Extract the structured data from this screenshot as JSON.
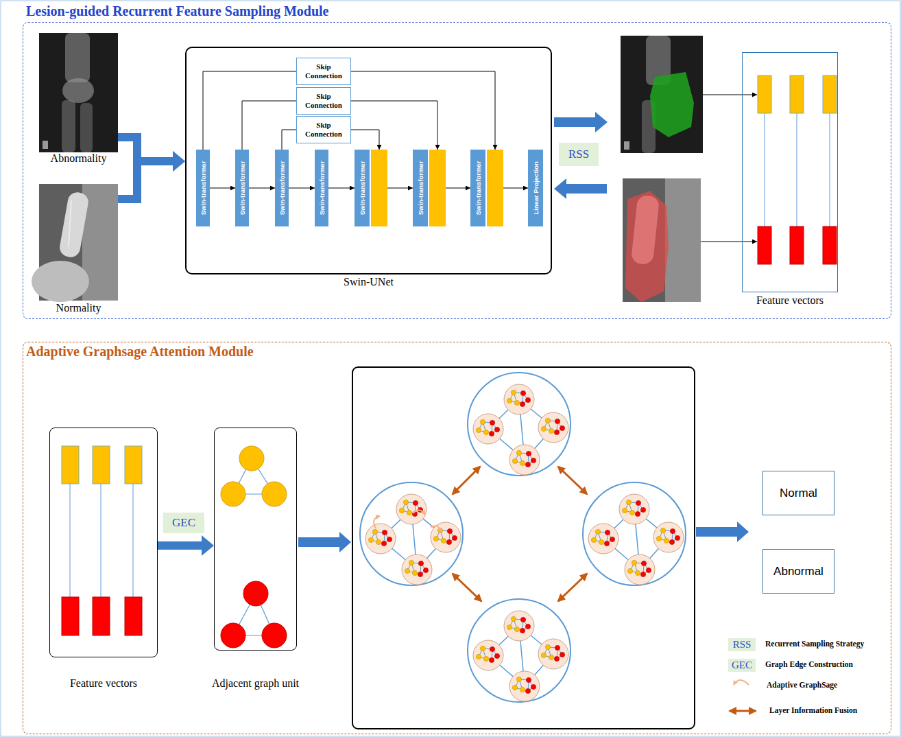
{
  "diagram": {
    "nodes": [
      {
        "text": [
          "Lesion-guided Recurrent Feature Sampling Module"
        ]
      },
      {
        "text": [
          "Abnormality"
        ],
        "in": 0
      },
      {
        "text": [
          "Normality"
        ],
        "in": 0
      },
      {
        "text": [
          "Swin-UNet"
        ],
        "in": 0
      },
      {
        "text": [
          "Skip Connection"
        ],
        "in": 3
      },
      {
        "text": [
          "Skip Connection"
        ],
        "in": 3
      },
      {
        "text": [
          "Skip Connection"
        ],
        "in": 3
      },
      {
        "text": [
          "Swin-transformer"
        ],
        "in": 3
      },
      {
        "text": [
          "Swin-transformer"
        ],
        "in": 3
      },
      {
        "text": [
          "Swin-transformer"
        ],
        "in": 3
      },
      {
        "text": [
          "Swin-transformer"
        ],
        "in": 3
      },
      {
        "text": [
          "Swin-transformer"
        ],
        "in": 3
      },
      {
        "text": [
          "Swin-transformer"
        ],
        "in": 3
      },
      {
        "text": [
          "Swin-transformer"
        ],
        "in": 3
      },
      {
        "text": [
          "Linear Projection"
        ],
        "in": 3
      },
      {
        "text": [
          "RSS"
        ],
        "in": 0
      },
      {
        "text": [
          "Feature vectors"
        ],
        "in": 0
      },
      {
        "text": [
          "Adaptive Graphsage Attention Module"
        ]
      },
      {
        "text": [
          "Feature vectors"
        ],
        "in": 17
      },
      {
        "text": [
          "GEC"
        ],
        "in": 17
      },
      {
        "text": [
          "Adjacent graph unit"
        ],
        "in": 17
      },
      {
        "text": [
          "Normal"
        ],
        "in": 17
      },
      {
        "text": [
          "Abnormal"
        ],
        "in": 17
      }
    ],
    "edges": [
      {
        "from": 1,
        "to": 3,
        "arrow": "to"
      },
      {
        "from": 2,
        "to": 3,
        "arrow": "to"
      },
      {
        "from": 7,
        "to": 8,
        "arrow": "to"
      },
      {
        "from": 8,
        "to": 9,
        "arrow": "to"
      },
      {
        "from": 9,
        "to": 10,
        "arrow": "to"
      },
      {
        "from": 10,
        "to": 11,
        "arrow": "to"
      },
      {
        "from": 11,
        "to": 12,
        "arrow": "to"
      },
      {
        "from": 12,
        "to": 13,
        "arrow": "to"
      },
      {
        "from": 13,
        "to": 14,
        "arrow": "to"
      },
      {
        "from": 7,
        "to": 4,
        "arrow": "none"
      },
      {
        "from": 4,
        "to": 13,
        "arrow": "to"
      },
      {
        "from": 8,
        "to": 5,
        "arrow": "none"
      },
      {
        "from": 5,
        "to": 12,
        "arrow": "to"
      },
      {
        "from": 9,
        "to": 6,
        "arrow": "none"
      },
      {
        "from": 6,
        "to": 11,
        "arrow": "to"
      },
      {
        "from": 18,
        "to": 20,
        "arrow": "to"
      }
    ],
    "labels": [
      "RSS",
      "GEC"
    ],
    "legend": [
      {
        "text": "Recurrent Sampling Strategy",
        "color": "#e2efd9"
      },
      {
        "text": "Graph Edge Construction",
        "color": "#e2efd9"
      },
      {
        "text": "Adaptive GraphSage"
      },
      {
        "text": "Layer Information Fusion"
      }
    ]
  }
}
